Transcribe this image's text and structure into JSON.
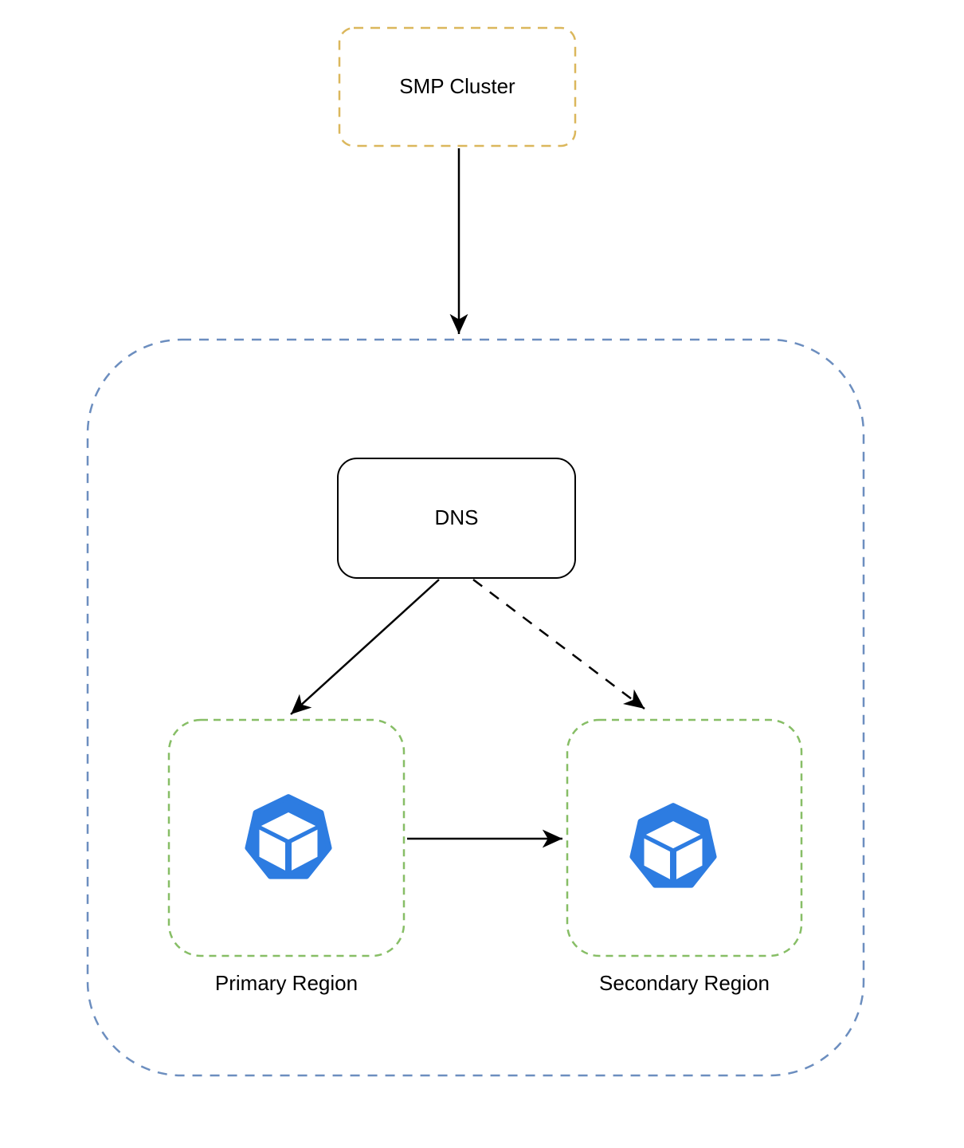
{
  "diagram": {
    "nodes": {
      "smp_cluster": {
        "label": "SMP Cluster"
      },
      "dns": {
        "label": "DNS"
      },
      "primary_region": {
        "label": "Primary Region",
        "icon": "cluster-cube-icon"
      },
      "secondary_region": {
        "label": "Secondary Region",
        "icon": "cluster-cube-icon"
      }
    },
    "edges": [
      {
        "from": "smp_cluster",
        "to": "outer_container",
        "style": "solid"
      },
      {
        "from": "dns",
        "to": "primary_region",
        "style": "solid"
      },
      {
        "from": "dns",
        "to": "secondary_region",
        "style": "dashed"
      },
      {
        "from": "primary_region",
        "to": "secondary_region",
        "style": "solid"
      }
    ],
    "colors": {
      "smp_border": "#DBB75C",
      "outer_border": "#6C8EBF",
      "region_border": "#87BE66",
      "icon_blue": "#2D7CE1",
      "node_border": "#000000",
      "arrow": "#000000",
      "label_text": "#000000",
      "background": "#FFFFFF"
    }
  }
}
